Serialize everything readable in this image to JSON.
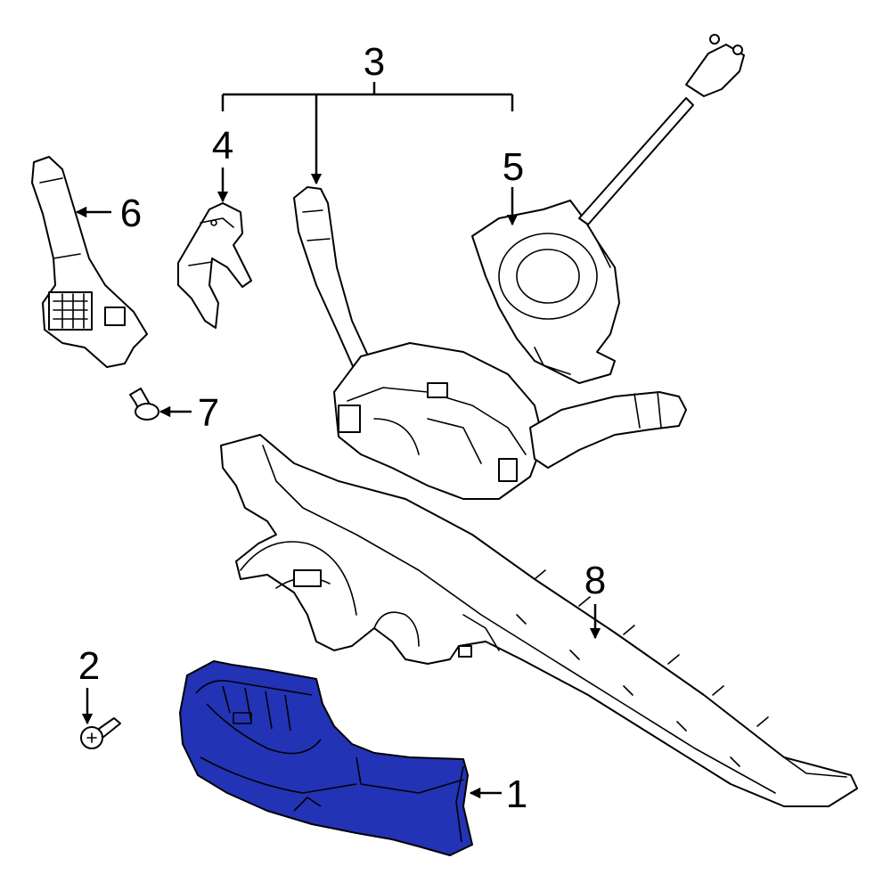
{
  "callouts": {
    "c1": "1",
    "c2": "2",
    "c3": "3",
    "c4": "4",
    "c5": "5",
    "c6": "6",
    "c7": "7",
    "c8": "8"
  },
  "colors": {
    "highlight": "#2333b5",
    "line": "#000000",
    "background": "#ffffff"
  }
}
